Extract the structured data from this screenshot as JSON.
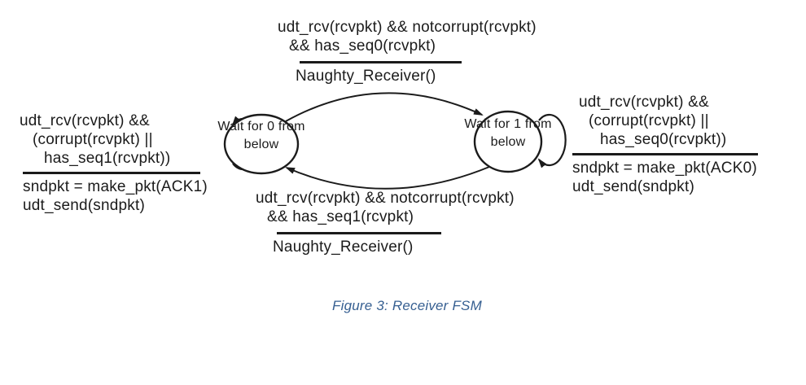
{
  "figure": {
    "caption": "Figure 3: Receiver FSM",
    "colors": {
      "ink": "#1b1b1b",
      "caption_blue": "#365f91",
      "background": "#ffffff"
    },
    "states": [
      {
        "id": "wait-0",
        "line1": "Wait for",
        "line2": "0 from",
        "line3": "below"
      },
      {
        "id": "wait-1",
        "line1": "Wait for",
        "line2": "1 from",
        "line3": "below"
      }
    ],
    "transitions": {
      "top": {
        "cond1": "udt_rcv(rcvpkt) && notcorrupt(rcvpkt)",
        "cond2": "&& has_seq0(rcvpkt)",
        "action1": "Naughty_Receiver()"
      },
      "bottom": {
        "cond1": "udt_rcv(rcvpkt) && notcorrupt(rcvpkt)",
        "cond2": "&& has_seq1(rcvpkt)",
        "action1": "Naughty_Receiver()"
      },
      "left_self_loop": {
        "cond1": "udt_rcv(rcvpkt) &&",
        "cond2": "(corrupt(rcvpkt) ||",
        "cond3": "has_seq1(rcvpkt))",
        "action1": "sndpkt = make_pkt(ACK1)",
        "action2": "udt_send(sndpkt)"
      },
      "right_self_loop": {
        "cond1": "udt_rcv(rcvpkt) &&",
        "cond2": "(corrupt(rcvpkt) ||",
        "cond3": "has_seq0(rcvpkt))",
        "action1": "sndpkt = make_pkt(ACK0)",
        "action2": "udt_send(sndpkt)"
      }
    }
  }
}
